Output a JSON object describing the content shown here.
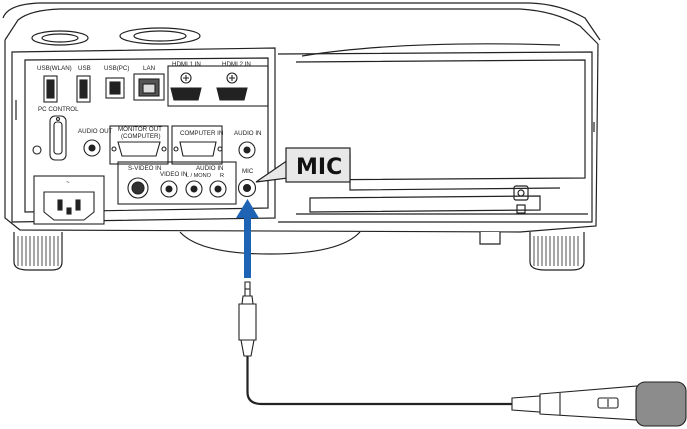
{
  "callout": {
    "label": "MIC"
  },
  "ports": {
    "usb_wlan": "USB(WLAN)",
    "usb": "USB",
    "usb_pc": "USB(PC)",
    "lan": "LAN",
    "hdmi1": "HDMI 1 IN",
    "hdmi2": "HDMI 2 IN",
    "pc_control": "PC CONTROL",
    "audio_out": "AUDIO OUT",
    "monitor_out_1": "MONITOR OUT",
    "monitor_out_2": "(COMPUTER)",
    "computer_in": "COMPUTER IN",
    "audio_in": "AUDIO IN",
    "svideo_in": "S-VIDEO IN",
    "video_in": "VIDEO IN",
    "audio_in_2": "AUDIO IN",
    "l_mono": "L / MONO",
    "r": "R",
    "mic": "MIC"
  },
  "colors": {
    "arrow": "#1e63b4",
    "callout_bg": "#e8e8e8",
    "mic_grip": "#8c8c8c",
    "line": "#222222"
  }
}
